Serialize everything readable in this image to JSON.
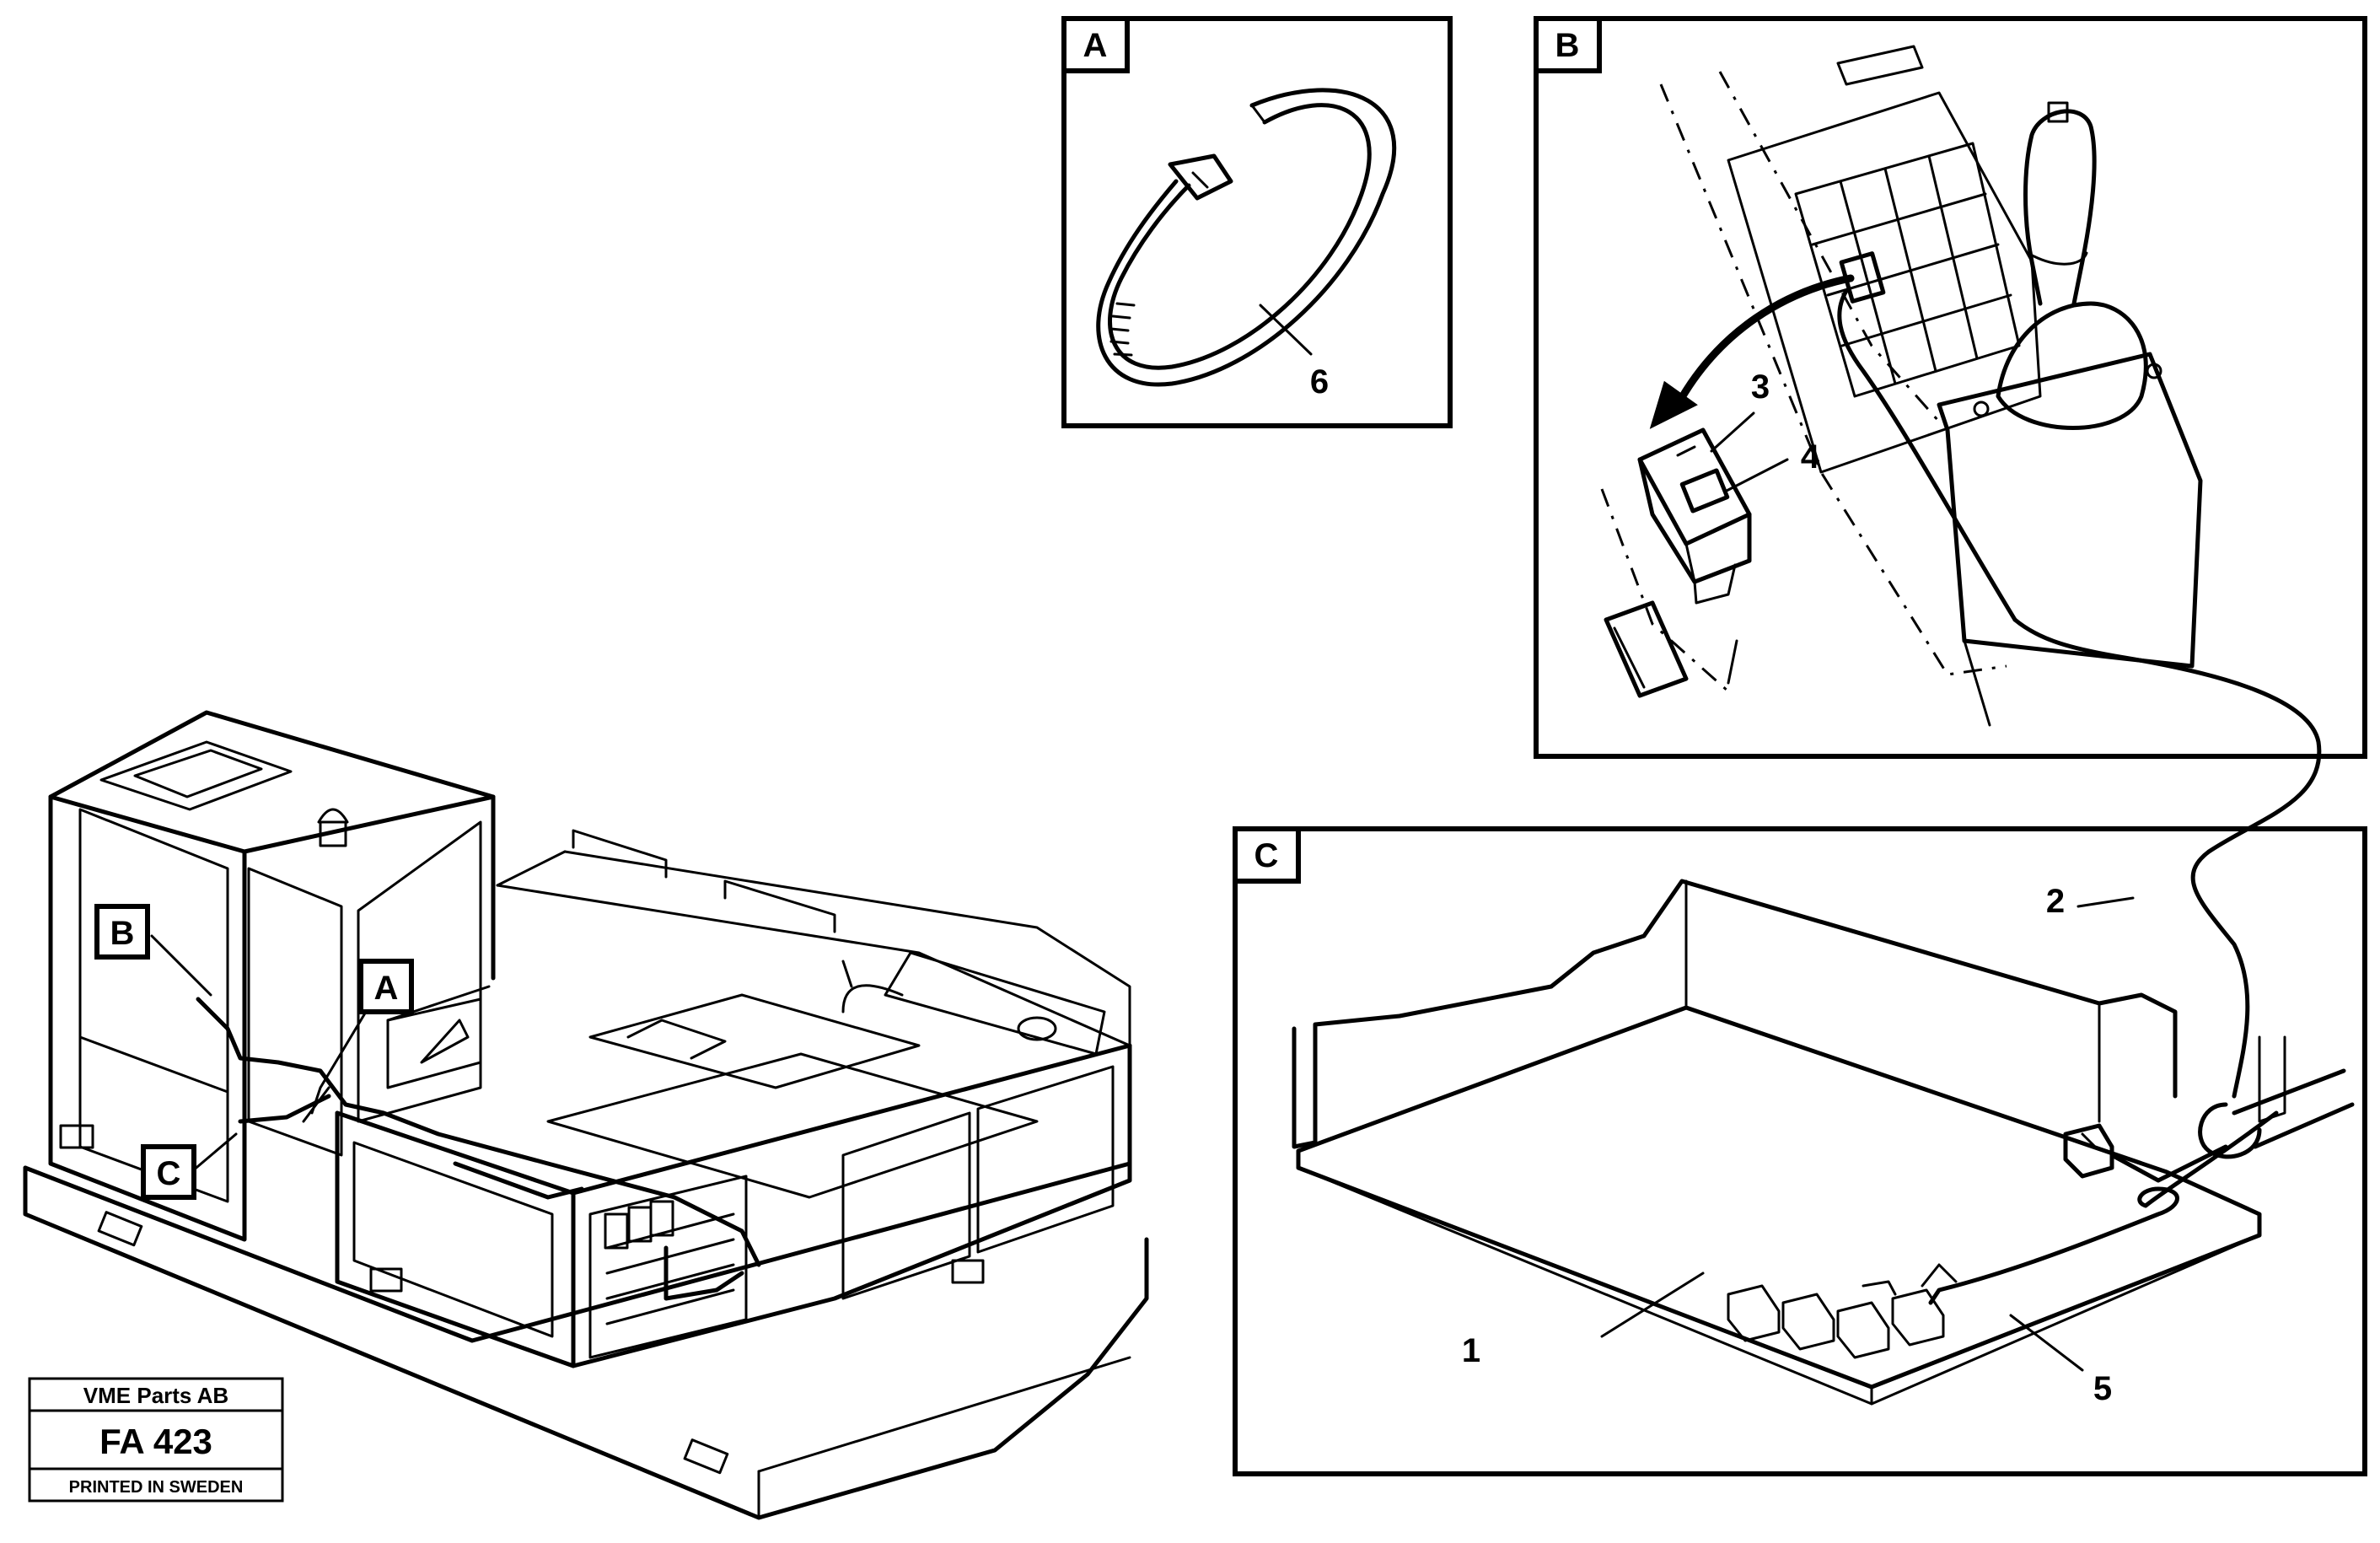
{
  "panels": {
    "a": {
      "letter": "A"
    },
    "b": {
      "letter": "B"
    },
    "c": {
      "letter": "C"
    }
  },
  "overview_callouts": {
    "a": "A",
    "b": "B",
    "c": "C"
  },
  "parts": {
    "p1": "1",
    "p2": "2",
    "p3": "3",
    "p4": "4",
    "p5": "5",
    "p6": "6"
  },
  "stamp": {
    "company": "VME Parts AB",
    "code": "FA 423",
    "footer": "PRINTED IN SWEDEN"
  }
}
